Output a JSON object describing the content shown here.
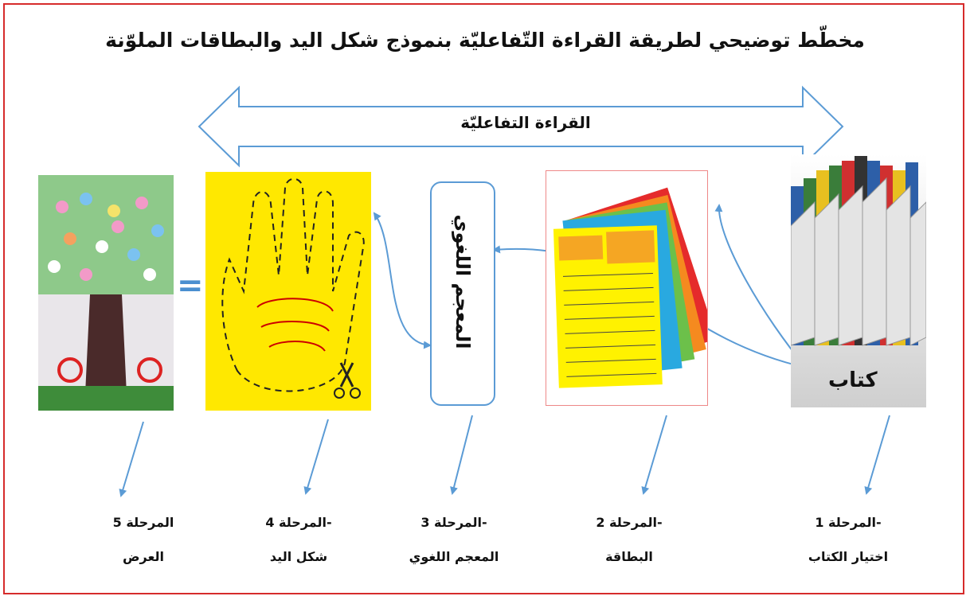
{
  "title": "مخطّط توضيحي لطريقة القراءة التّفاعليّة بنموذج شكل اليد والبطاقات الملوّنة",
  "banner": {
    "label": "القراءة التفاعليّة"
  },
  "dictionary_box": {
    "label": "المعجم اللغوي"
  },
  "book_image": {
    "label": "كتاب"
  },
  "equals_sign": "=",
  "stages": [
    {
      "number_label": "-المرحلة 1",
      "name": "اختيار الكتاب"
    },
    {
      "number_label": "-المرحلة 2",
      "name": "البطاقة"
    },
    {
      "number_label": "-المرحلة 3",
      "name": "المعجم اللغوي"
    },
    {
      "number_label": "-المرحلة 4",
      "name": "شكل اليد"
    },
    {
      "number_label": "المرحلة 5",
      "name": "العرض"
    }
  ],
  "colors": {
    "frame": "#d62b2b",
    "arrow": "#5b9bd5",
    "hand_bg": "#ffe800"
  }
}
